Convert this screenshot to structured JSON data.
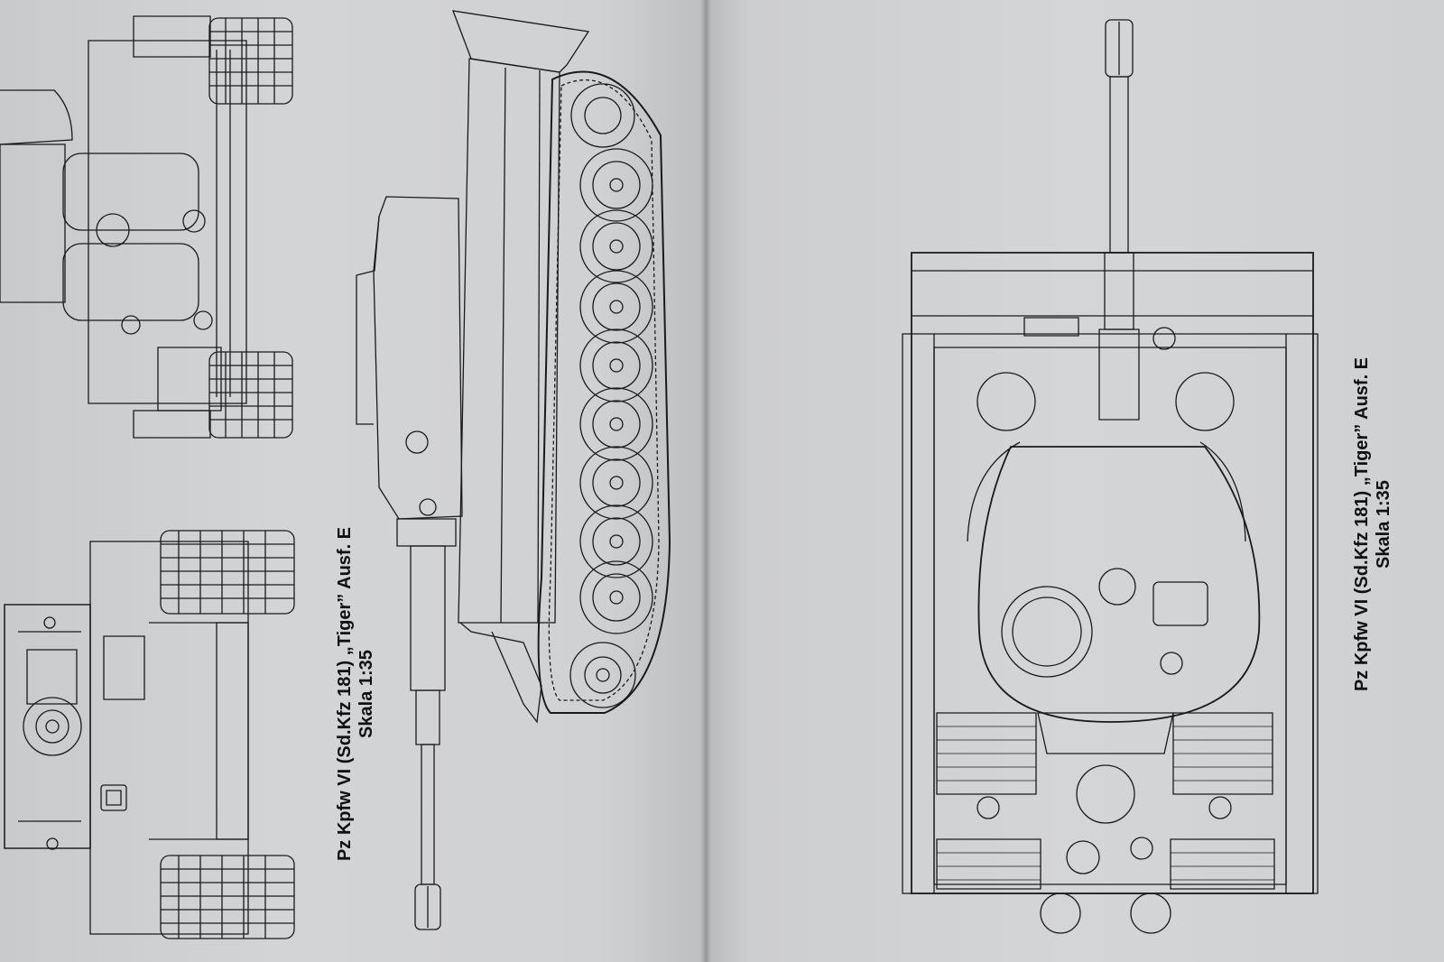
{
  "left_page": {
    "caption": {
      "line1": "Pz Kpfw VI (Sd.Kfz 181) „Tiger” Ausf. E",
      "line2": "Skala 1:35"
    }
  },
  "right_page": {
    "caption": {
      "line1": "Pz Kpfw VI (Sd.Kfz 181) „Tiger” Ausf. E",
      "line2": "Skala 1:35"
    }
  }
}
